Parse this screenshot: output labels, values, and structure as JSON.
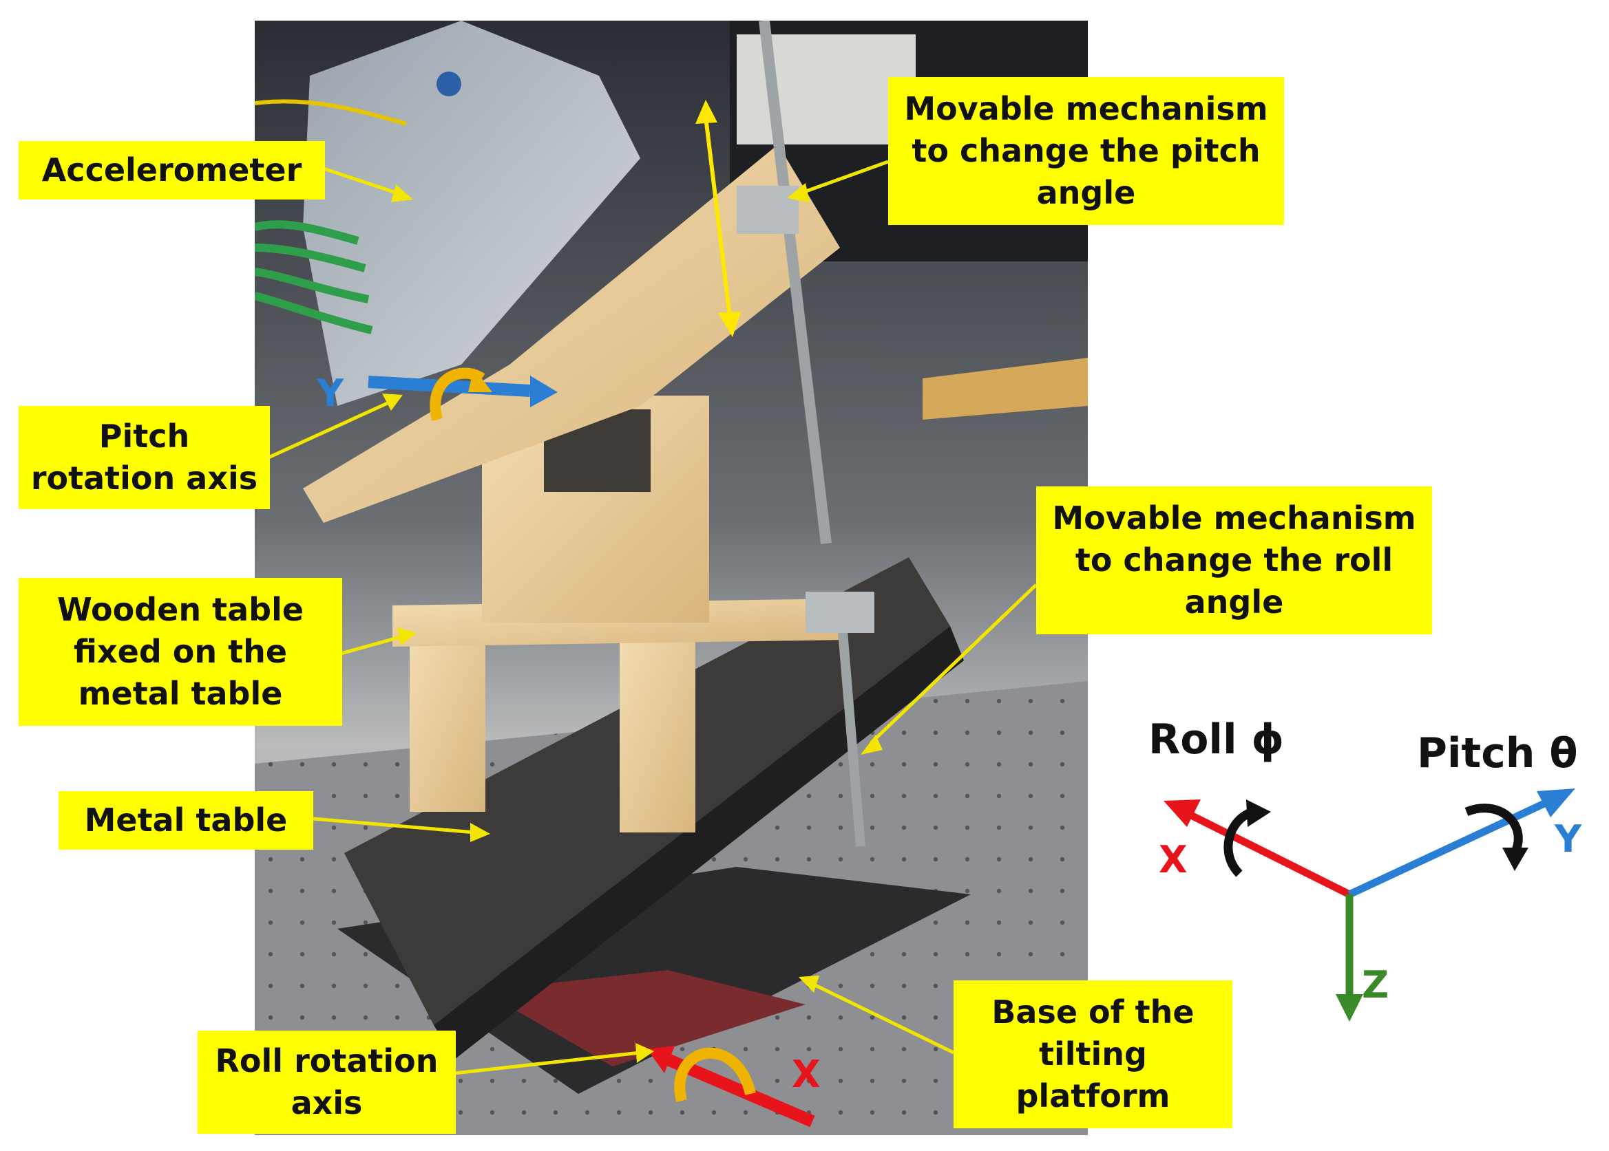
{
  "callouts": {
    "accelerometer": "Accelerometer",
    "pitch_axis": "Pitch\nrotation axis",
    "wooden_table": "Wooden table\nfixed on the\nmetal table",
    "metal_table": "Metal table",
    "roll_axis": "Roll rotation\naxis",
    "pitch_mechanism": "Movable mechanism\nto change the pitch\nangle",
    "roll_mechanism": "Movable mechanism\nto change the roll\nangle",
    "base": "Base of the\ntilting\nplatform"
  },
  "photo_labels": {
    "y": "Y",
    "x": "X"
  },
  "axes_diagram": {
    "roll": "Roll ϕ",
    "pitch": "Pitch θ",
    "x": "X",
    "y": "Y",
    "z": "Z"
  },
  "colors": {
    "callout_bg": "#ffff00",
    "x_axis": "#e8141b",
    "y_axis": "#2a7fd4",
    "z_axis": "#3a8a2a",
    "rotation_arrow_photo": "#f0b400",
    "leader_line": "#f2e600"
  }
}
